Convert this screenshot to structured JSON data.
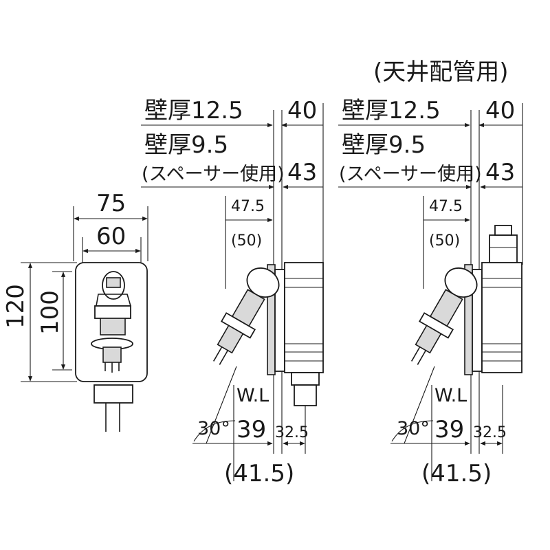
{
  "ceiling_note": "(天井配管用)",
  "front_view": {
    "width_outer": "75",
    "width_inner": "60",
    "height_outer": "120",
    "height_inner": "100"
  },
  "side_views": [
    {
      "wall_thickness_a": "壁厚12.5",
      "wall_thickness_b": "壁厚9.5",
      "spacer_note": "(スペーサー使用)",
      "depth_a": "40",
      "depth_b": "43",
      "offset_top": "47.5",
      "offset_top_alt": "(50)",
      "water_level": "W.L",
      "angle": "30°",
      "spout_depth": "39",
      "box_depth": "32.5",
      "spout_depth_alt": "(41.5)"
    },
    {
      "wall_thickness_a": "壁厚12.5",
      "wall_thickness_b": "壁厚9.5",
      "spacer_note": "(スペーサー使用)",
      "depth_a": "40",
      "depth_b": "43",
      "offset_top": "47.5",
      "offset_top_alt": "(50)",
      "water_level": "W.L",
      "angle": "30°",
      "spout_depth": "39",
      "box_depth": "32.5",
      "spout_depth_alt": "(41.5)"
    }
  ]
}
